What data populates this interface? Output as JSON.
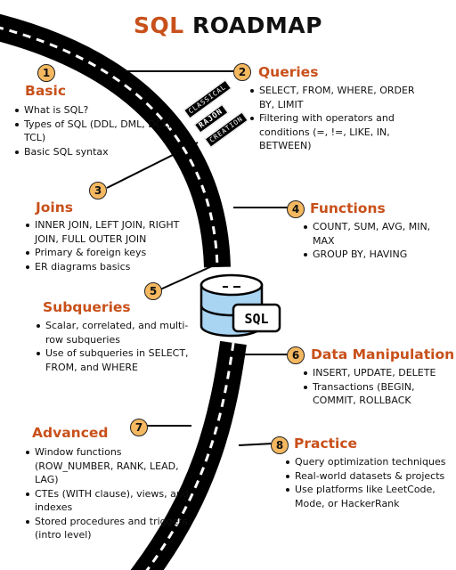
{
  "title": {
    "part1": "SQL",
    "part2": "ROADMAP"
  },
  "colors": {
    "accent": "#c8501a",
    "badge": "#f4b860",
    "road": "#000000",
    "database": "#a9d4f2"
  },
  "watermark": [
    "CLASSICAL",
    "RAJON",
    "CREATION"
  ],
  "database_label": "SQL",
  "sections": [
    {
      "num": "1",
      "title": "Basic",
      "items": [
        "What is SQL?",
        "Types of SQL (DDL, DML, DCL, TCL)",
        "Basic SQL syntax"
      ]
    },
    {
      "num": "2",
      "title": "Queries",
      "items": [
        "SELECT, FROM, WHERE, ORDER BY, LIMIT",
        "Filtering with operators and conditions (=, !=, LIKE, IN, BETWEEN)"
      ]
    },
    {
      "num": "3",
      "title": "Joins",
      "items": [
        "INNER JOIN, LEFT JOIN, RIGHT JOIN, FULL OUTER JOIN",
        "Primary & foreign keys",
        "ER diagrams basics"
      ]
    },
    {
      "num": "4",
      "title": "Functions",
      "items": [
        "COUNT, SUM, AVG, MIN, MAX",
        "GROUP BY, HAVING"
      ]
    },
    {
      "num": "5",
      "title": "Subqueries",
      "items": [
        "Scalar, correlated, and multi-row subqueries",
        "Use of subqueries in SELECT, FROM, and WHERE"
      ]
    },
    {
      "num": "6",
      "title": "Data Manipulation",
      "items": [
        "INSERT, UPDATE, DELETE",
        "Transactions (BEGIN, COMMIT, ROLLBACK"
      ]
    },
    {
      "num": "7",
      "title": "Advanced",
      "items": [
        "Window functions (ROW_NUMBER, RANK, LEAD, LAG)",
        "CTEs (WITH clause), views, and indexes",
        "Stored procedures and triggers (intro level)"
      ]
    },
    {
      "num": "8",
      "title": "Practice",
      "items": [
        "Query optimization techniques",
        "Real-world datasets & projects",
        "Use platforms like LeetCode, Mode, or HackerRank"
      ]
    }
  ]
}
